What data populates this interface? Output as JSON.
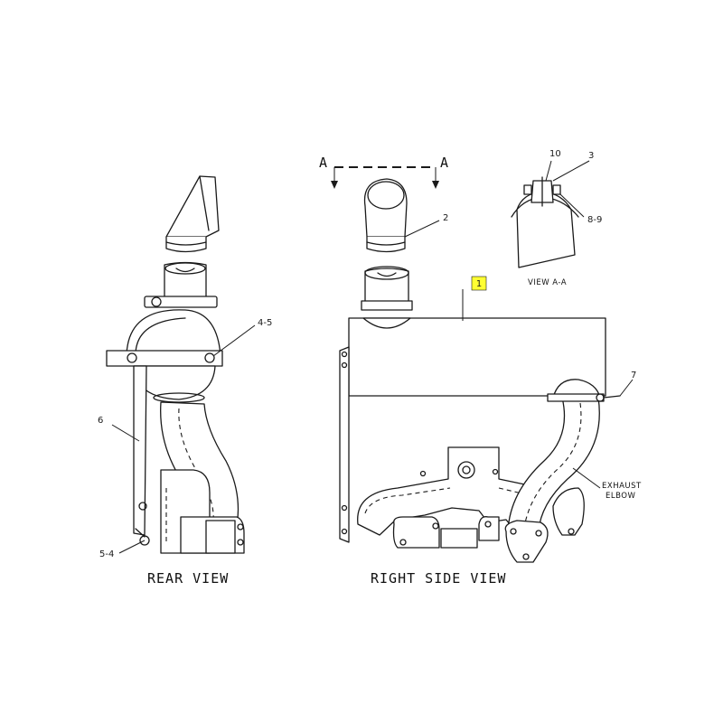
{
  "callouts": {
    "c1": "1",
    "c2": "2",
    "c3": "3",
    "c10": "10",
    "c8_9": "8-9",
    "c4_5": "4-5",
    "c6": "6",
    "c5_4": "5-4",
    "c7": "7"
  },
  "notes": {
    "exhaust_line1": "EXHAUST",
    "exhaust_line2": "ELBOW"
  },
  "section_marks": {
    "left": "A",
    "right": "A"
  },
  "view_titles": {
    "rear": "REAR VIEW",
    "right_side": "RIGHT SIDE VIEW",
    "view_aa": "VIEW A-A"
  },
  "colors": {
    "highlight": "#ffff33",
    "line": "#1a1a1a"
  }
}
